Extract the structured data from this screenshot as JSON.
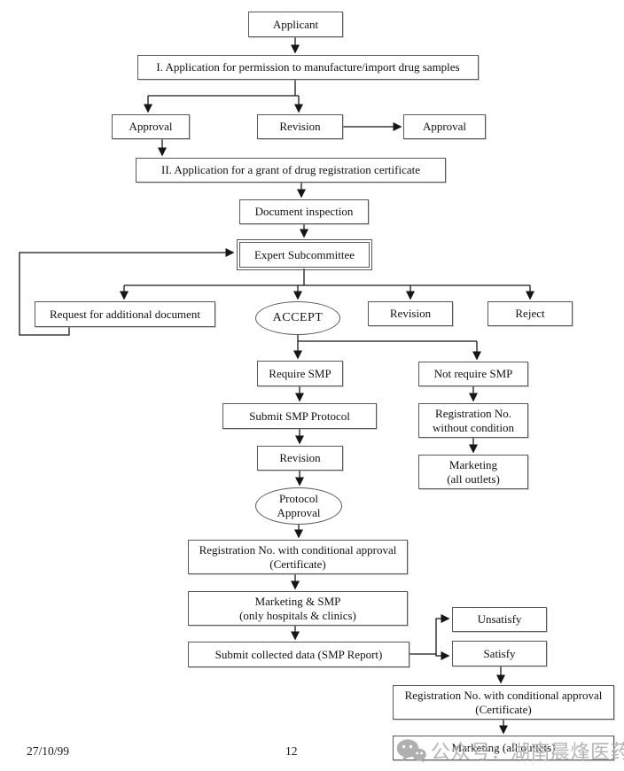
{
  "flowchart": {
    "nodes": {
      "applicant": "Applicant",
      "step1": "I. Application for permission to manufacture/import drug samples",
      "approval_left": "Approval",
      "revision_top": "Revision",
      "approval_right": "Approval",
      "step2": "II. Application for a grant of drug registration certificate",
      "document_inspection": "Document inspection",
      "expert_subcommittee": "Expert Subcommittee",
      "request_additional_document": "Request for additional document",
      "accept": "ACCEPT",
      "revision_mid": "Revision",
      "reject": "Reject",
      "require_smp": "Require SMP",
      "not_require_smp": "Not require SMP",
      "submit_smp_protocol": "Submit SMP Protocol",
      "registration_no_without_condition": "Registration No.\nwithout condition",
      "revision_smp": "Revision",
      "marketing_all_outlets_right": "Marketing\n(all outlets)",
      "protocol_approval": "Protocol\nApproval",
      "registration_conditional_1": "Registration No. with conditional approval\n(Certificate)",
      "marketing_smp": "Marketing & SMP\n(only hospitals & clinics)",
      "submit_collected_data": "Submit collected data (SMP Report)",
      "unsatisfy": "Unsatisfy",
      "satisfy": "Satisfy",
      "registration_conditional_2": "Registration No. with conditional approval\n(Certificate)",
      "marketing_all_outlets_bottom": "Marketing (all outlets)"
    }
  },
  "watermark": {
    "label": "公众号：湖南晨烽医药",
    "icon": "wechat-icon",
    "color": "#b5b5b5"
  },
  "footer": {
    "date": "27/10/99",
    "page_number": "12"
  }
}
